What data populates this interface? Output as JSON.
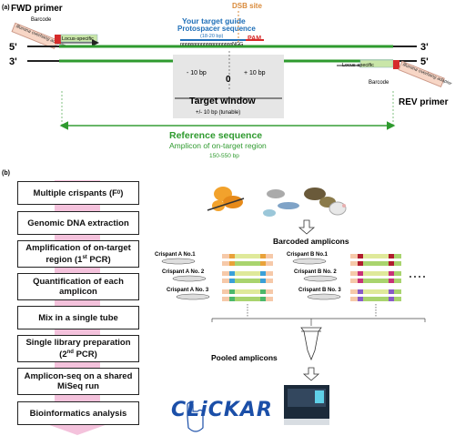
{
  "panel_a": {
    "label": "(a)",
    "fwd_primer": "FWD primer",
    "rev_primer": "REV primer",
    "illumina_adapter_fwd": "Illumina overhang adapter",
    "illumina_adapter_rev": "Illumina overhang adapter",
    "barcode_fwd": "Barcode",
    "barcode_rev": "Barcode",
    "locus_specific_fwd": "Locus-specific",
    "locus_specific_rev": "Locus-specific",
    "strand_top_5": "5'",
    "strand_top_3": "3'",
    "strand_bottom_3": "3'",
    "strand_bottom_5": "5'",
    "dsb_site": "DSB site",
    "target_guide": "Your target guide",
    "protospacer": "Protospacer sequence",
    "protospacer_len": "(18-20 bp)",
    "protospacer_seq": "nnnnnnnnnnnnnnnnnnnnNGG",
    "pam": "PAM",
    "minus_10": "- 10 bp",
    "plus_10": "+ 10 bp",
    "zero": "0",
    "target_window": "Target window",
    "target_window_sub": "+/- 10 bp (tunable)",
    "reference_sequence": "Reference sequence",
    "amplicon": "Amplicon of on-target region",
    "amplicon_len": "150-550 bp"
  },
  "panel_b": {
    "label": "(b)",
    "steps": [
      "Multiple crispants (F",
      "Genomic DNA extraction",
      "Amplification of on-target region (1",
      "Quantification of each amplicon",
      "Mix in a single tube",
      "Single library preparation (2",
      "Amplicon-seq on a shared MiSeq run",
      "Bioinformatics analysis"
    ],
    "step0_sub": "0",
    "step0_tail": ")",
    "step2_sup": "st",
    "step2_tail": " PCR)",
    "step5_sup": "nd",
    "step5_tail": " PCR)",
    "barcoded_amplicons": "Barcoded amplicons",
    "crispant_a1": "Crispant A No.1",
    "crispant_a2": "Crispant A No. 2",
    "crispant_a3": "Crispant A No. 3",
    "crispant_b1": "Crispant B No.1",
    "crispant_b2": "Crispant B No. 2",
    "crispant_b3": "Crispant B No. 3",
    "pooled_amplicons": "Pooled amplicons",
    "logo": "CLiCKAR"
  },
  "colors": {
    "green_strand": "#2e9a2e",
    "guide_blue": "#1f6fb8",
    "pam_red": "#d62a2a",
    "dsb_orange": "#d98a3a",
    "arrow_pink": "#f4c2dc",
    "logo_blue": "#1b4fa8"
  }
}
